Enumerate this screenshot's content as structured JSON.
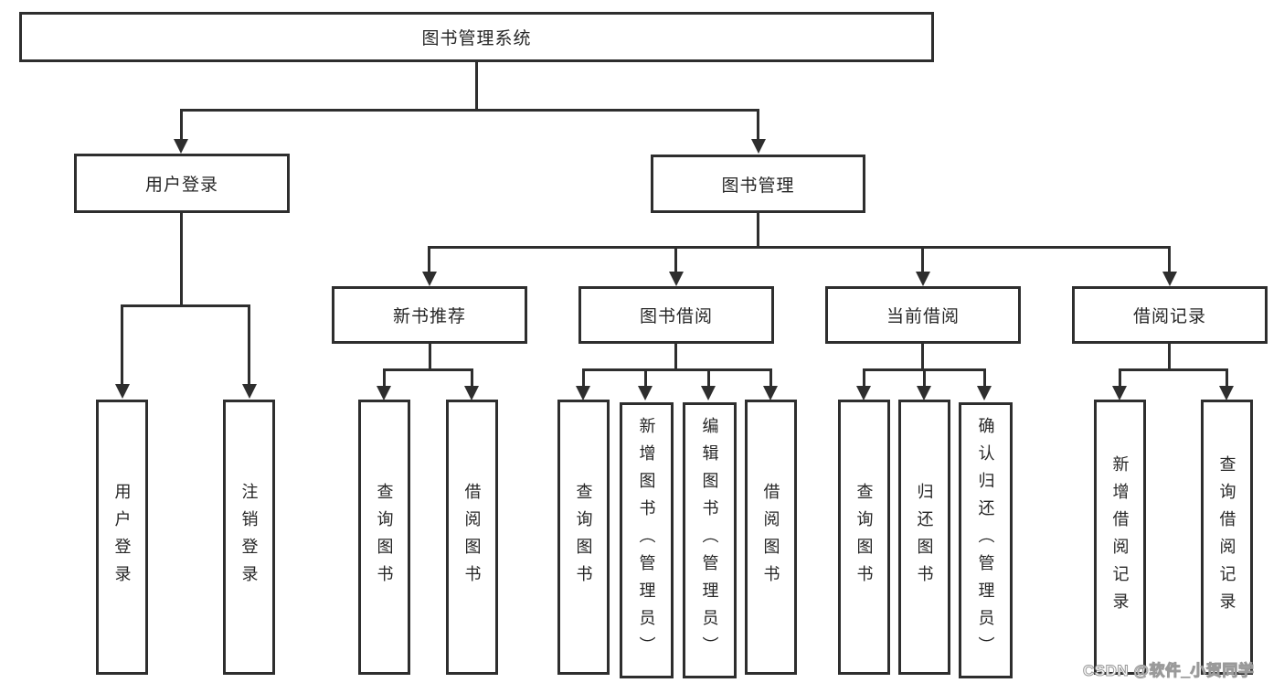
{
  "diagram_title": "图书管理系统",
  "tree": {
    "label": "图书管理系统",
    "children": [
      {
        "label": "用户登录",
        "children": [
          {
            "label": "用户登录"
          },
          {
            "label": "注销登录"
          }
        ]
      },
      {
        "label": "图书管理",
        "children": [
          {
            "label": "新书推荐",
            "children": [
              {
                "label": "查询图书"
              },
              {
                "label": "借阅图书"
              }
            ]
          },
          {
            "label": "图书借阅",
            "children": [
              {
                "label": "查询图书"
              },
              {
                "label": "新增图书（管理员）"
              },
              {
                "label": "编辑图书（管理员）"
              },
              {
                "label": "借阅图书"
              }
            ]
          },
          {
            "label": "当前借阅",
            "children": [
              {
                "label": "查询图书"
              },
              {
                "label": "归还图书"
              },
              {
                "label": "确认归还（管理员）"
              }
            ]
          },
          {
            "label": "借阅记录",
            "children": [
              {
                "label": "新增借阅记录"
              },
              {
                "label": "查询借阅记录"
              }
            ]
          }
        ]
      }
    ]
  },
  "watermark": {
    "text": "CSDN @软件_小贺同学"
  },
  "colors": {
    "background": "#ffffff",
    "line": "#2e2e2e",
    "text": "#262626",
    "watermark_fill": "#ffffff",
    "watermark_outline": "#9a9a9a"
  }
}
